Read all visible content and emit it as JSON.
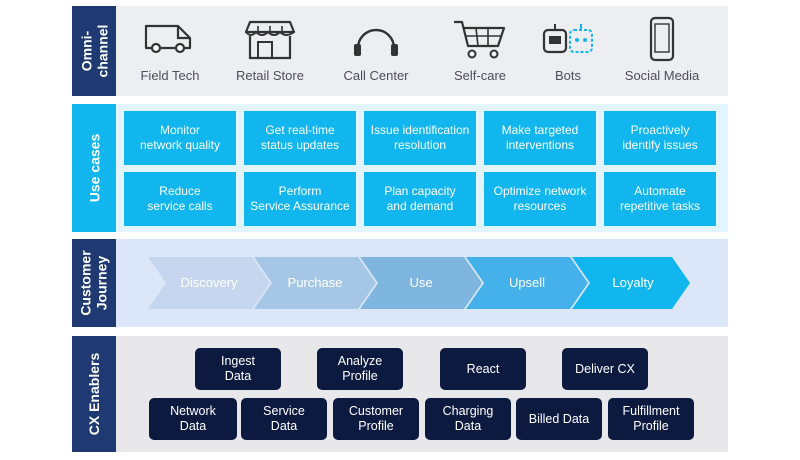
{
  "omni": {
    "label": "Omni-\nchannel",
    "channels": [
      "Field Tech",
      "Retail Store",
      "Call Center",
      "Self-care",
      "Bots",
      "Social Media"
    ]
  },
  "use_cases": {
    "label": "Use cases",
    "items": [
      "Monitor\nnetwork quality",
      "Get real-time\nstatus updates",
      "Issue identification\nresolution",
      "Make targeted\ninterventions",
      "Proactively\nidentify issues",
      "Reduce\nservice calls",
      "Perform\nService Assurance",
      "Plan capacity\nand demand",
      "Optimize network\nresources",
      "Automate\nrepetitive tasks"
    ]
  },
  "journey": {
    "label": "Customer\nJourney",
    "stages": [
      "Discovery",
      "Purchase",
      "Use",
      "Upsell",
      "Loyalty"
    ]
  },
  "enablers": {
    "label": "CX Enablers",
    "top": [
      "Ingest\nData",
      "Analyze\nProfile",
      "React",
      "Deliver CX"
    ],
    "bottom": [
      "Network\nData",
      "Service\nData",
      "Customer\nProfile",
      "Charging\nData",
      "Billed Data",
      "Fulfillment\nProfile"
    ]
  },
  "colors": {
    "navy": "#1f3a73",
    "cyan": "#12b6ee",
    "dark": "#0d1a40",
    "chevrons": [
      "#c5d6ee",
      "#a6c6e6",
      "#7fb6e0",
      "#45b1ea",
      "#12b6ee"
    ]
  }
}
